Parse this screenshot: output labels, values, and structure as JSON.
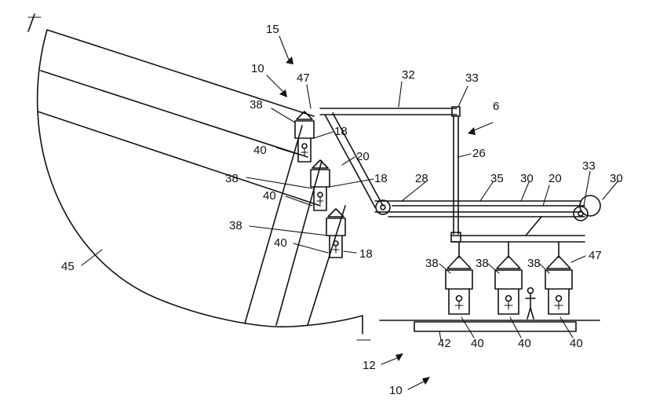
{
  "labels": {
    "l15": "15",
    "l10_top": "10",
    "l47_top": "47",
    "l32": "32",
    "l33_top": "33",
    "l6": "6",
    "l38_a": "38",
    "l18_a": "18",
    "l40_a": "40",
    "l20_a": "20",
    "l26": "26",
    "l38_b": "38",
    "l18_b": "18",
    "l40_b": "40",
    "l28": "28",
    "l35": "35",
    "l30_a": "30",
    "l20_b": "20",
    "l33_b": "33",
    "l30_b": "30",
    "l38_c": "38",
    "l40_c": "40",
    "l18_c": "18",
    "l45": "45",
    "l38_d": "38",
    "l38_e": "38",
    "l38_f": "38",
    "l47_b": "47",
    "l42": "42",
    "l40_d": "40",
    "l40_e": "40",
    "l40_f": "40",
    "l12": "12",
    "l10_bottom": "10"
  }
}
